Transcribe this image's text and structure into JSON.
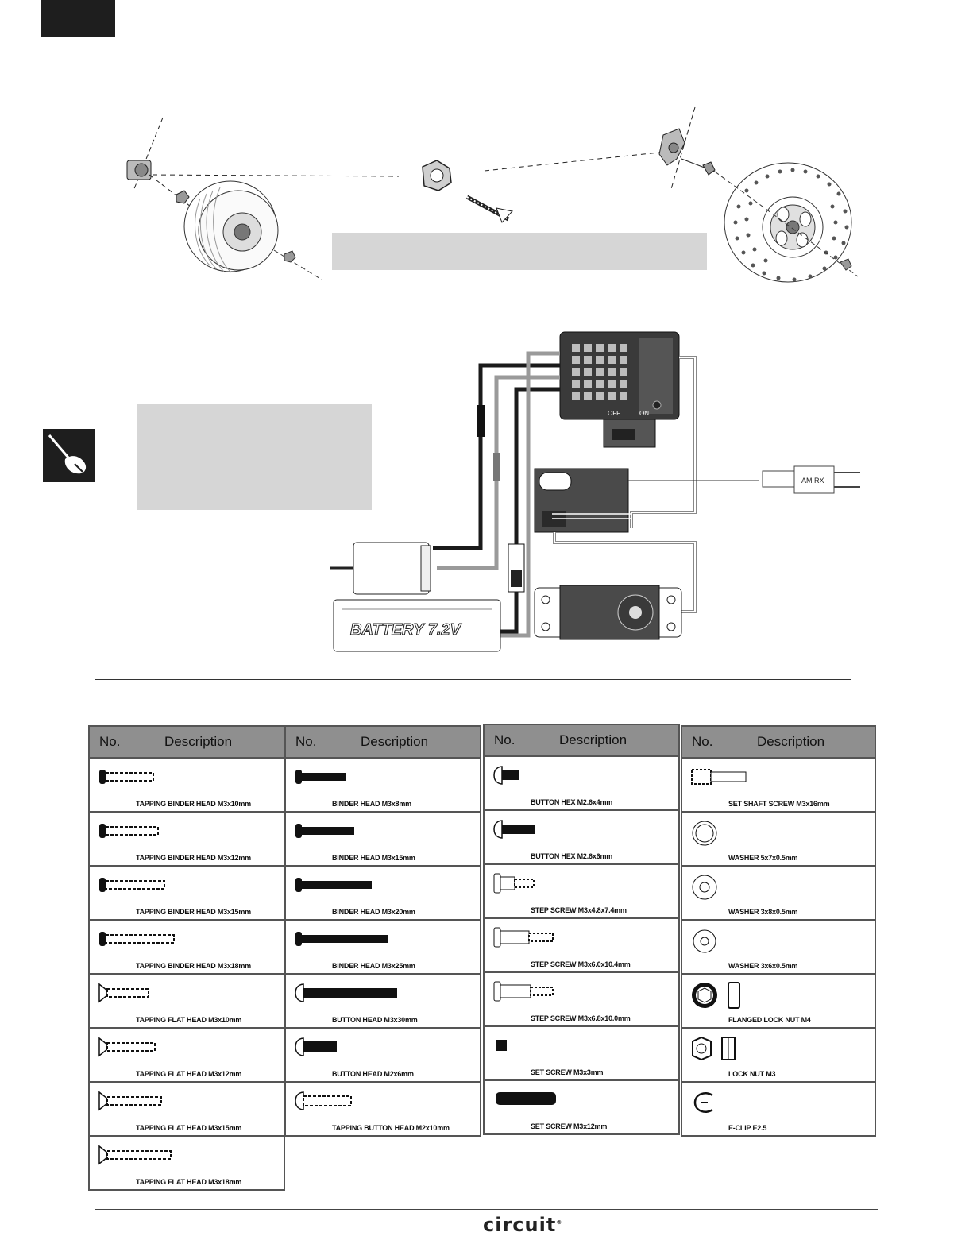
{
  "diagram": {
    "wiring": {
      "switch_off": "OFF",
      "switch_on": "ON",
      "crystal_label": "AM  RX",
      "battery_label": "BATTERY 7.2V"
    }
  },
  "parts_tables": [
    {
      "header_no": "No.",
      "header_desc": "Description",
      "items": [
        {
          "icon": "tapping-binder-screw-icon",
          "label": "TAPPING BINDER HEAD M3x10mm"
        },
        {
          "icon": "tapping-binder-screw-icon",
          "label": "TAPPING BINDER HEAD M3x12mm"
        },
        {
          "icon": "tapping-binder-screw-icon",
          "label": "TAPPING BINDER HEAD M3x15mm"
        },
        {
          "icon": "tapping-binder-screw-icon",
          "label": "TAPPING BINDER HEAD M3x18mm"
        },
        {
          "icon": "tapping-flat-screw-icon",
          "label": "TAPPING FLAT HEAD M3x10mm"
        },
        {
          "icon": "tapping-flat-screw-icon",
          "label": "TAPPING FLAT HEAD M3x12mm"
        },
        {
          "icon": "tapping-flat-screw-icon",
          "label": "TAPPING FLAT HEAD M3x15mm"
        },
        {
          "icon": "tapping-flat-screw-icon",
          "label": "TAPPING FLAT HEAD M3x18mm"
        }
      ]
    },
    {
      "header_no": "No.",
      "header_desc": "Description",
      "items": [
        {
          "icon": "binder-screw-icon",
          "label": "BINDER HEAD M3x8mm"
        },
        {
          "icon": "binder-screw-icon",
          "label": "BINDER HEAD M3x15mm"
        },
        {
          "icon": "binder-screw-icon",
          "label": "BINDER HEAD M3x20mm"
        },
        {
          "icon": "binder-screw-icon",
          "label": "BINDER HEAD M3x25mm"
        },
        {
          "icon": "button-screw-icon",
          "label": "BUTTON HEAD M3x30mm"
        },
        {
          "icon": "button-screw-icon",
          "label": "BUTTON HEAD M2x6mm"
        },
        {
          "icon": "tapping-button-screw-icon",
          "label": "TAPPING BUTTON HEAD M2x10mm"
        }
      ]
    },
    {
      "header_no": "No.",
      "header_desc": "Description",
      "items": [
        {
          "icon": "button-hex-screw-icon",
          "label": "BUTTON HEX M2.6x4mm"
        },
        {
          "icon": "button-hex-screw-icon",
          "label": "BUTTON HEX M2.6x6mm"
        },
        {
          "icon": "step-screw-icon",
          "label": "STEP SCREW M3x4.8x7.4mm"
        },
        {
          "icon": "step-screw-icon",
          "label": "STEP SCREW M3x6.0x10.4mm"
        },
        {
          "icon": "step-screw-icon",
          "label": "STEP SCREW M3x6.8x10.0mm"
        },
        {
          "icon": "set-screw-icon",
          "label": "SET SCREW M3x3mm"
        },
        {
          "icon": "set-screw-icon",
          "label": "SET SCREW M3x12mm"
        }
      ]
    },
    {
      "header_no": "No.",
      "header_desc": "Description",
      "items": [
        {
          "icon": "set-shaft-screw-icon",
          "label": "SET SHAFT SCREW M3x16mm"
        },
        {
          "icon": "washer-icon",
          "label": "WASHER 5x7x0.5mm"
        },
        {
          "icon": "washer-icon",
          "label": "WASHER 3x8x0.5mm"
        },
        {
          "icon": "washer-icon",
          "label": "WASHER 3x6x0.5mm"
        },
        {
          "icon": "flanged-lock-nut-icon",
          "label": "FLANGED LOCK NUT M4"
        },
        {
          "icon": "lock-nut-icon",
          "label": "LOCK NUT M3"
        },
        {
          "icon": "e-clip-icon",
          "label": "E-CLIP E2.5"
        }
      ]
    }
  ],
  "footer": {
    "brand": "circuit"
  }
}
